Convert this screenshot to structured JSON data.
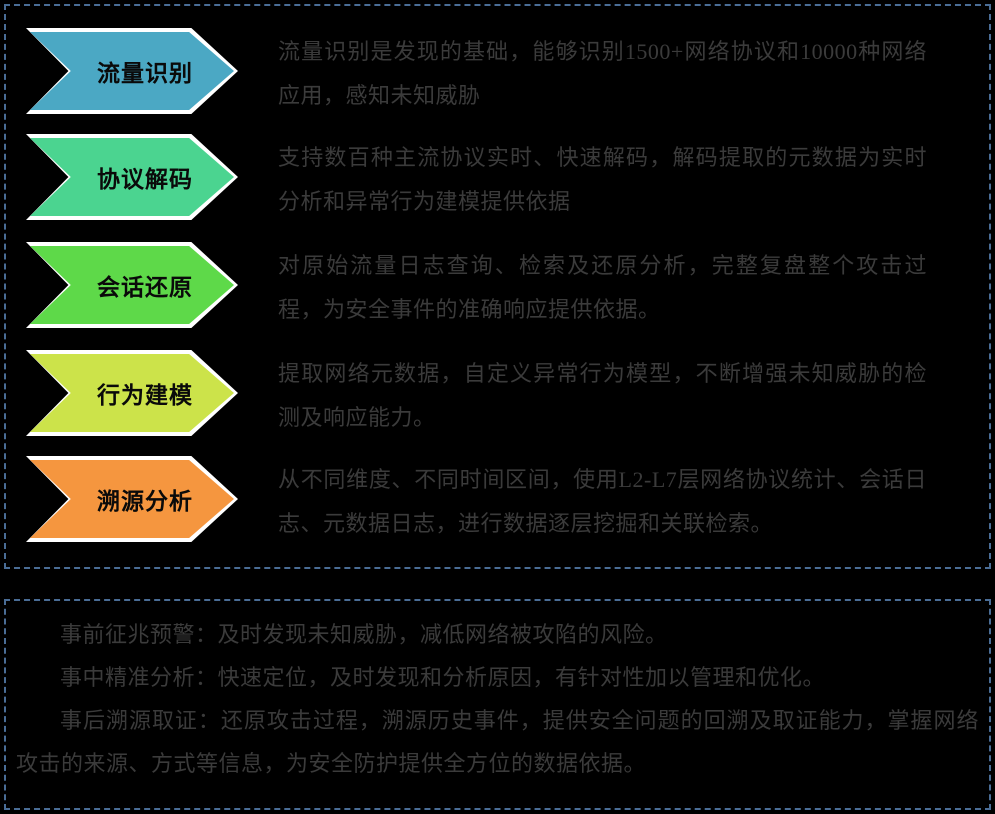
{
  "theme": {
    "background": "#000000",
    "panel_border": "#4a6d96",
    "body_text": "#3b3b3b",
    "chevron_label_text": "#0a0a0a",
    "chevron_outline": "#ffffff"
  },
  "process_panel": {
    "steps": [
      {
        "label": "流量识别",
        "color": "#4ba8c4",
        "description": "流量识别是发现的基础，能够识别1500+网络协议和10000种网络应用，感知未知威胁"
      },
      {
        "label": "协议解码",
        "color": "#4bd490",
        "description": "支持数百种主流协议实时、快速解码，解码提取的元数据为实时分析和异常行为建模提供依据"
      },
      {
        "label": "会话还原",
        "color": "#5ed949",
        "description": "对原始流量日志查询、检索及还原分析，完整复盘整个攻击过程，为安全事件的准确响应提供依据。"
      },
      {
        "label": "行为建模",
        "color": "#cce34a",
        "description": "提取网络元数据，自定义异常行为模型，不断增强未知威胁的检测及响应能力。"
      },
      {
        "label": "溯源分析",
        "color": "#f5963f",
        "description": "从不同维度、不同时间区间，使用L2-L7层网络协议统计、会话日志、元数据日志，进行数据逐层挖掘和关联检索。"
      }
    ]
  },
  "summary_panel": {
    "lines": [
      "事前征兆预警：及时发现未知威胁，减低网络被攻陷的风险。",
      "事中精准分析：快速定位，及时发现和分析原因，有针对性加以管理和优化。",
      "事后溯源取证：还原攻击过程，溯源历史事件，提供安全问题的回溯及取证能力，掌握网络攻击的来源、方式等信息，为安全防护提供全方位的数据依据。"
    ]
  }
}
